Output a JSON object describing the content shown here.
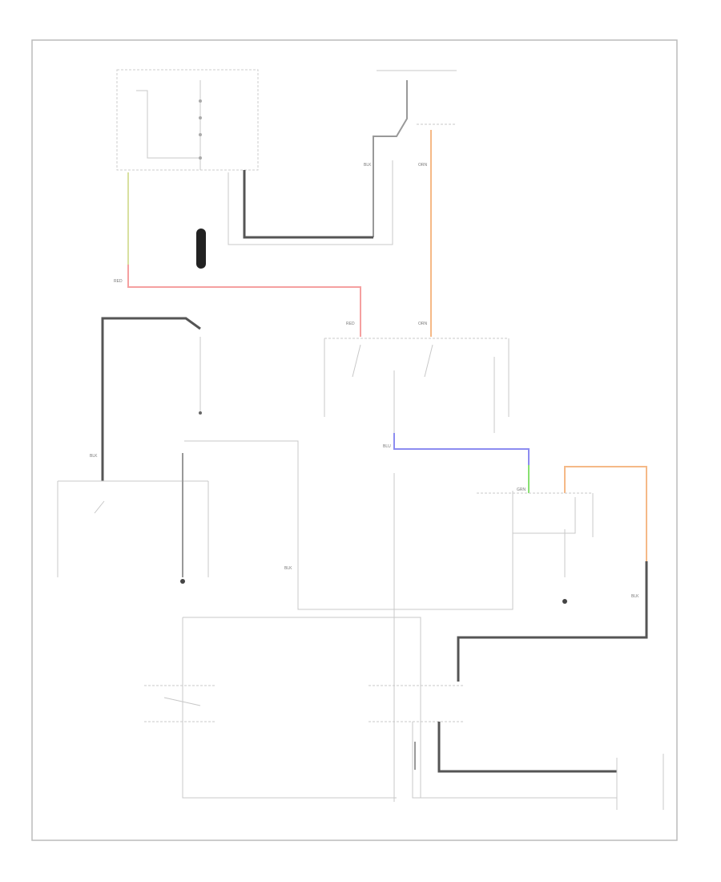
{
  "diagram": {
    "colors": {
      "red_wire": "#f5a0a0",
      "orange_wire": "#f5b987",
      "blue_wire": "#8c8cf0",
      "green_wire": "#88e070",
      "yellow_wire": "#d8e0a0",
      "black_wire": "#555555",
      "frame": "#bbbbbb"
    },
    "wire_labels": {
      "red1": "RED",
      "red2": "RED",
      "orn1": "ORN",
      "orn2": "ORN",
      "blk1": "BLK",
      "blk2": "BLK",
      "blk3": "BLK",
      "blk4": "BLK",
      "blu": "BLU",
      "grn": "GRN"
    }
  }
}
